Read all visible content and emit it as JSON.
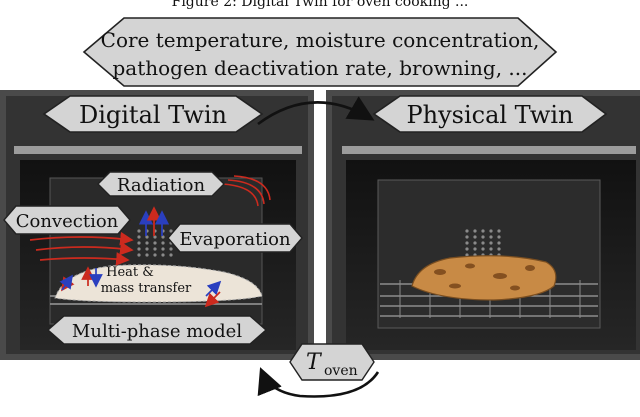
{
  "caption": "Figure 2: Digital Twin for oven cooking ...",
  "outputs_line1": "Core temperature, moisture concentration,",
  "outputs_line2": "pathogen deactivation rate, browning, ...",
  "digital_twin": {
    "title": "Digital Twin",
    "radiation": "Radiation",
    "convection": "Convection",
    "evaporation": "Evaporation",
    "heat_line1": "Heat &",
    "heat_line2": "mass transfer",
    "model": "Multi-phase model"
  },
  "physical_twin": {
    "title": "Physical Twin"
  },
  "input": {
    "symbol": "T",
    "subscript": "oven"
  },
  "colors": {
    "label_fill": "#d4d4d4",
    "oven_frame": "#3a3a3a",
    "oven_inner": "#1b1b1b",
    "arrow_red": "#cc2a1e",
    "arrow_blue": "#2a3fbf",
    "food": "#c88a45"
  }
}
